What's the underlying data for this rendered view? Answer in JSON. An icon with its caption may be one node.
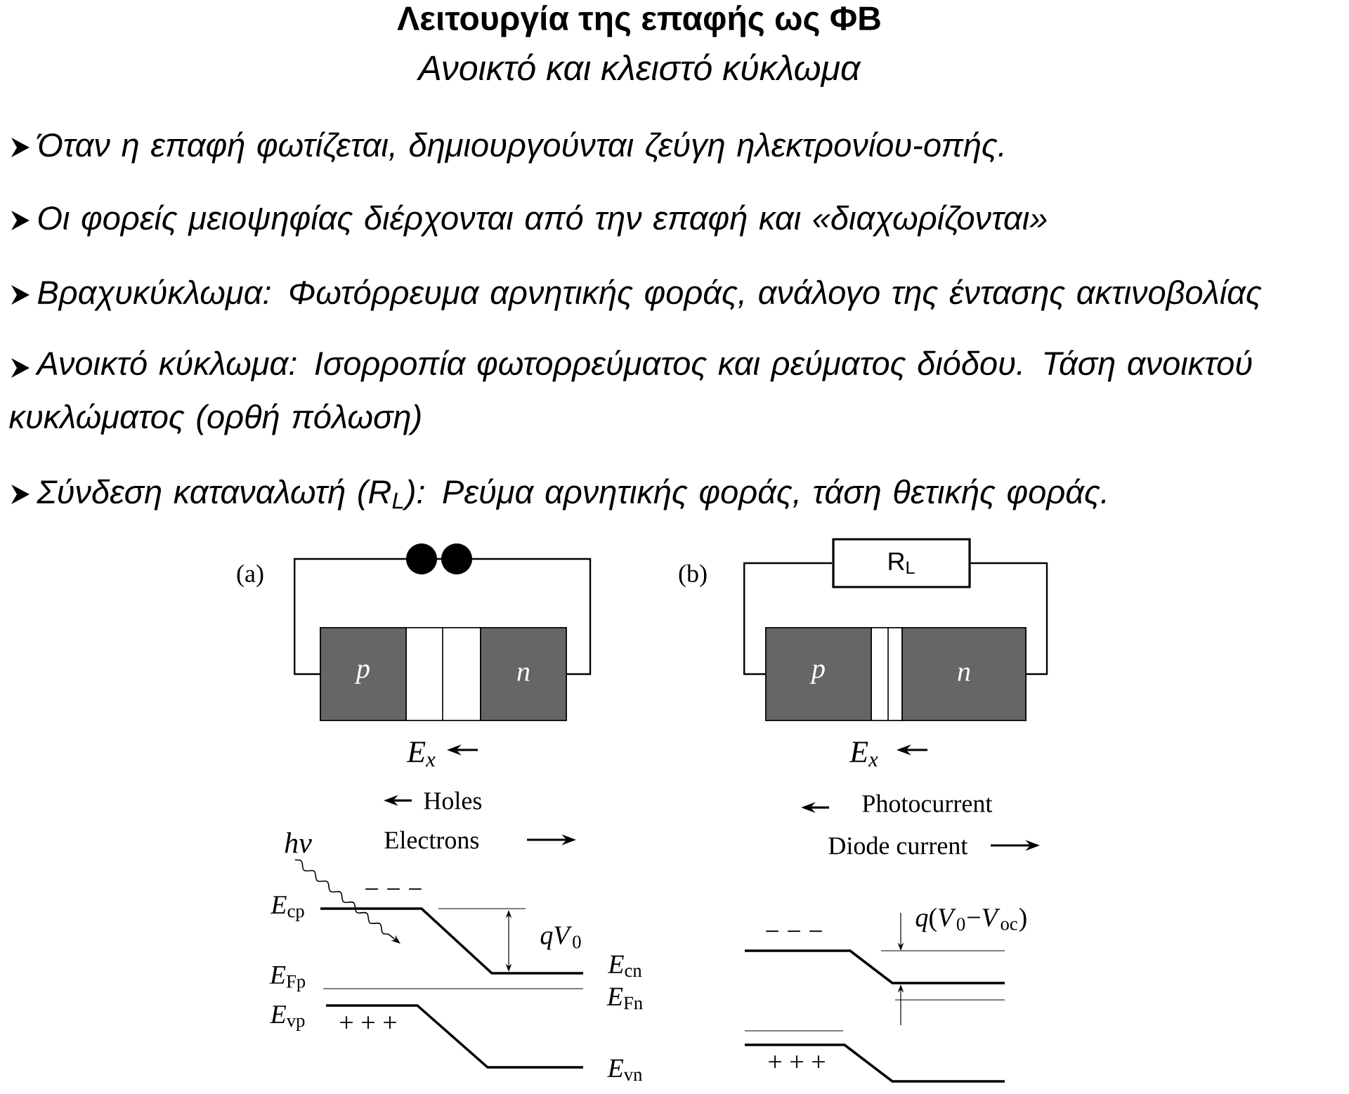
{
  "diagram": {
    "title": "Λειτουργία της επαφής ως ΦΒ",
    "nodes": [
      {
        "text": [
          "p"
        ]
      },
      {
        "text": [
          "n"
        ]
      },
      {
        "text": [
          "p"
        ]
      },
      {
        "text": [
          "n"
        ]
      },
      {
        "text": [
          "R$_{L}$"
        ]
      }
    ],
    "edges": [
      {
        "from": 0,
        "to": 1,
        "arrow": "none"
      },
      {
        "from": 2,
        "to": 4,
        "arrow": "none"
      },
      {
        "from": 4,
        "to": 3,
        "arrow": "none"
      }
    ],
    "labels": [
      "Ανοικτό και κλειστό κύκλωμα",
      "Όταν η επαφή φωτίζεται, δημιουργούνται ζεύγη ηλεκτρονίου-οπής.",
      "Οι φορείς μειοψηφίας διέρχονται από την επαφή και «διαχωρίζονται»",
      "Βραχυκύκλωμα: Φωτόρρευμα αρνητικής φοράς, ανάλογο της έντασης ακτινοβολίας",
      "Ανοικτό κύκλωμα: Ισορροπία φωτορρεύματος και ρεύματος διόδου. Τάση ανοικτού κυκλώματος (ορθή πόλωση)",
      "Σύνδεση καταναλωτή (R$_{L}$): Ρεύμα αρνητικής φοράς, τάση θετικής φοράς.",
      "(a)",
      "(b)",
      "E$_{x}$",
      "E$_{x}$",
      "Holes",
      "Photocurrent",
      "hν",
      "Electrons",
      "Diode current",
      "*E*$_{cp}$",
      "− − −",
      "*qV*$_{0}$",
      "*E*$_{cn}$",
      "*E*$_{Fp}$",
      "*E*$_{Fn}$",
      "*E*$_{vp}$",
      "+ + +",
      "*E*$_{vn}$",
      "− − −",
      "*q*(*V*$_{0}$−*V*$_{oc}$)",
      "+ + +"
    ]
  }
}
